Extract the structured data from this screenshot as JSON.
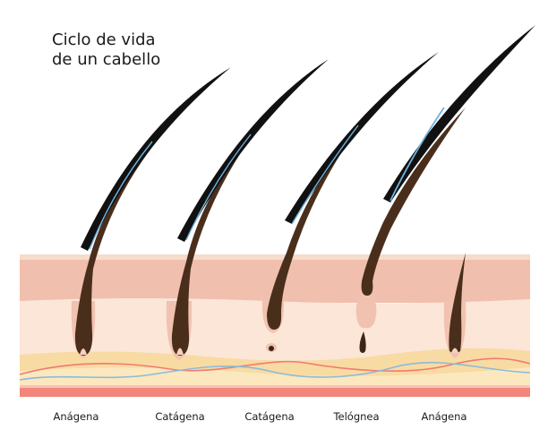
{
  "title": {
    "line1": "Ciclo de vida",
    "line2": "de un cabello"
  },
  "stages": [
    {
      "label": "Anágena"
    },
    {
      "label": "Catágena"
    },
    {
      "label": "Catágena"
    },
    {
      "label": "Telógnea"
    },
    {
      "label": "Anágena"
    }
  ],
  "colors": {
    "hair_shaft": "#111111",
    "hair_highlight": "#6fb3e0",
    "hair_root": "#4a2e1c",
    "bulb_root": "#3d2416",
    "papilla": "#f6d1c0",
    "skin_top": "#f4d2bf",
    "epidermis": "#f1bfae",
    "dermis": "#fbe6d8",
    "fat": "#f8dba3",
    "base_band": "#f4857a",
    "nerve": "#f07b72",
    "vessel": "#8cbbd8"
  }
}
